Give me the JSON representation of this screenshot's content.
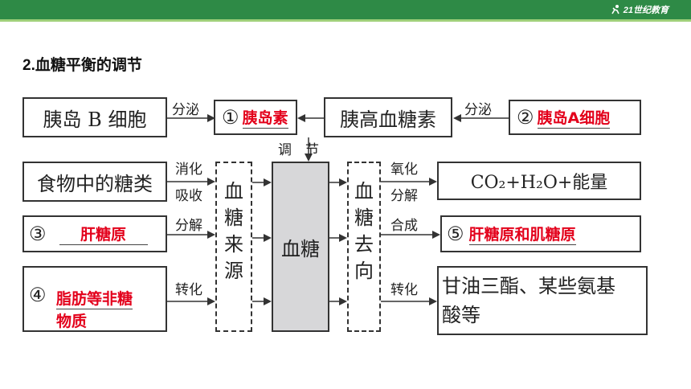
{
  "header": {
    "logo_text": "21世纪教育"
  },
  "title": "2.血糖平衡的调节",
  "top_row": {
    "islet_b_cell": "胰岛 B 细胞",
    "secrete_left": "分泌",
    "circle1": "①",
    "answer1": "胰岛素",
    "glucagon": "胰高血糖素",
    "secrete_right": "分泌",
    "circle2": "②",
    "answer2": "胰岛A细胞",
    "regulate": "调　节"
  },
  "sources": {
    "food_sugar": "食物中的糖类",
    "digest": "消化",
    "absorb": "吸收",
    "circle3": "③",
    "answer3": "肝糖原",
    "decompose": "分解",
    "circle4": "④",
    "answer4_line1": "脂肪等非糖",
    "answer4_line2": "物质",
    "convert": "转化",
    "source_chars": [
      "血",
      "糖",
      "来",
      "源"
    ]
  },
  "center": {
    "blood_sugar": "血糖"
  },
  "destinations": {
    "dest_chars": [
      "血",
      "糖",
      "去",
      "向"
    ],
    "oxidize": "氧化",
    "decompose": "分解",
    "products": "CO₂+H₂O+能量",
    "synthesize": "合成",
    "circle5": "⑤",
    "answer5": "肝糖原和肌糖原",
    "convert": "转化",
    "fats_line1": "甘油三酯、某些氨基",
    "fats_line2": "酸等"
  }
}
